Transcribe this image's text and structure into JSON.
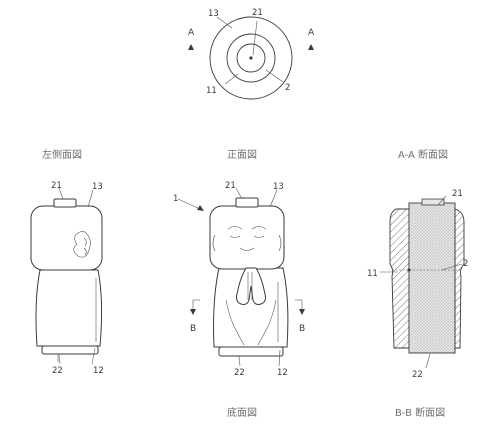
{
  "captions": {
    "left_view": "左側面図",
    "front_view": "正面図",
    "section_aa": "A-A 断面図",
    "bottom_view": "底面図",
    "section_bb": "B-B 断面図"
  },
  "top_view": {
    "ref_13": "13",
    "ref_21": "21",
    "ref_11": "11",
    "ref_2": "2",
    "section_left": "A",
    "section_right": "A"
  },
  "left_view": {
    "ref_21": "21",
    "ref_13": "13",
    "ref_22": "22",
    "ref_12": "12"
  },
  "front_view": {
    "ref_1": "1",
    "ref_21": "21",
    "ref_13": "13",
    "ref_22": "22",
    "ref_12": "12",
    "section_left": "B",
    "section_right": "B"
  },
  "section_view": {
    "ref_21": "21",
    "ref_2": "2",
    "ref_11": "11",
    "ref_22": "22"
  }
}
